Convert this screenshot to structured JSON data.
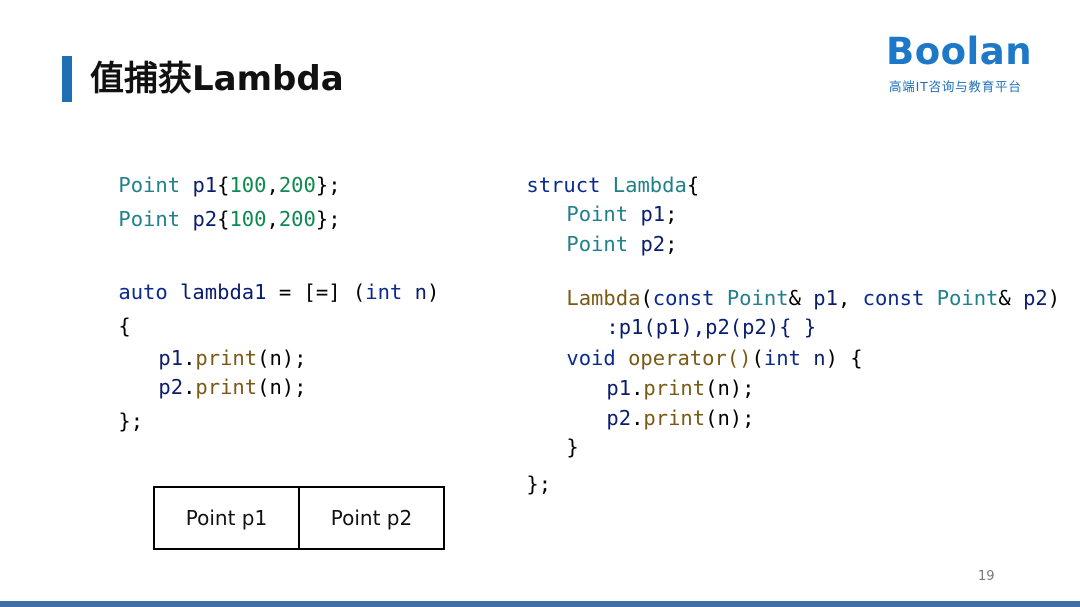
{
  "title": "值捕获Lambda",
  "logo": {
    "word": "Boolan",
    "subtitle": "高端IT咨询与教育平台"
  },
  "left_code": {
    "l1": {
      "t": "Point",
      "v": "p1",
      "a": "{",
      "n1": "100",
      "c": ",",
      "n2": "200",
      "e": "};"
    },
    "l2": {
      "t": "Point",
      "v": "p2",
      "a": "{",
      "n1": "100",
      "c": ",",
      "n2": "200",
      "e": "};"
    },
    "l3": {
      "k1": "auto",
      "v": "lambda1",
      "op": " = [=] (",
      "k2": "int",
      "n": "n",
      "e": ")"
    },
    "l4": "{",
    "l5": {
      "v": "p1",
      "d": ".",
      "f": "print",
      "a": "(n);"
    },
    "l6": {
      "v": "p2",
      "d": ".",
      "f": "print",
      "a": "(n);"
    },
    "l7": "};"
  },
  "right_code": {
    "r1": {
      "k": "struct",
      "n": "Lambda",
      "b": "{"
    },
    "r2": {
      "t": "Point",
      "v": "p1",
      "e": ";"
    },
    "r3": {
      "t": "Point",
      "v": "p2",
      "e": ";"
    },
    "r4": {
      "f": "Lambda",
      "p1": "(",
      "k1": "const",
      "t1": "Point",
      "a1": "&",
      "v1": "p1",
      "c": ", ",
      "k2": "const",
      "t2": "Point",
      "a2": "&",
      "v2": "p2",
      "e": ")"
    },
    "r5": ":p1(p1),p2(p2){ }",
    "r6": {
      "k1": "void",
      "op": "operator()",
      "p": "(",
      "k2": "int",
      "n": "n",
      "e": ") {"
    },
    "r7": {
      "v": "p1",
      "d": ".",
      "f": "print",
      "a": "(n);"
    },
    "r8": {
      "v": "p2",
      "d": ".",
      "f": "print",
      "a": "(n);"
    },
    "r9": "}",
    "r10": "};"
  },
  "memory": [
    "Point p1",
    "Point p2"
  ],
  "page_number": "19",
  "colors": {
    "accent": "#1f6fb5",
    "logo": "#1e78c8",
    "footer": "#3f6fa8"
  }
}
